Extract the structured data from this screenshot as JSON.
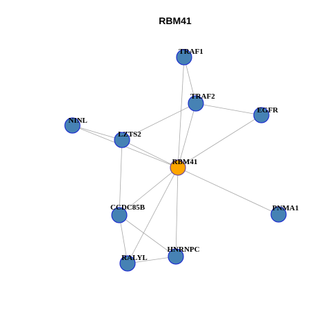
{
  "title": "RBM41",
  "colors": {
    "node_fill": "#4682B4",
    "node_stroke": "#1f2fcf",
    "center_fill": "#FFA500",
    "center_stroke": "#6b4a9a",
    "edge": "#a8a8a8",
    "label": "#000000"
  },
  "nodes": [
    {
      "id": "TRAF1",
      "label": "TRAF1",
      "center": false
    },
    {
      "id": "TRAF2",
      "label": "TRAF2",
      "center": false
    },
    {
      "id": "EGFR",
      "label": "EGFR",
      "center": false
    },
    {
      "id": "NINL",
      "label": "NINL",
      "center": false
    },
    {
      "id": "LZTS2",
      "label": "LZTS2",
      "center": false
    },
    {
      "id": "RBM41",
      "label": "RBM41",
      "center": true
    },
    {
      "id": "CCDC85B",
      "label": "CCDC85B",
      "center": false
    },
    {
      "id": "PNMA1",
      "label": "PNMA1",
      "center": false
    },
    {
      "id": "HNRNPC",
      "label": "HNRNPC",
      "center": false
    },
    {
      "id": "RALYL",
      "label": "RALYL",
      "center": false
    }
  ],
  "edges": [
    [
      "TRAF1",
      "TRAF2"
    ],
    [
      "TRAF1",
      "RBM41"
    ],
    [
      "TRAF2",
      "EGFR"
    ],
    [
      "TRAF2",
      "LZTS2"
    ],
    [
      "TRAF2",
      "RBM41"
    ],
    [
      "EGFR",
      "RBM41"
    ],
    [
      "NINL",
      "LZTS2"
    ],
    [
      "NINL",
      "RBM41"
    ],
    [
      "LZTS2",
      "RBM41"
    ],
    [
      "LZTS2",
      "CCDC85B"
    ],
    [
      "RBM41",
      "CCDC85B"
    ],
    [
      "RBM41",
      "PNMA1"
    ],
    [
      "RBM41",
      "HNRNPC"
    ],
    [
      "RBM41",
      "RALYL"
    ],
    [
      "CCDC85B",
      "HNRNPC"
    ],
    [
      "CCDC85B",
      "RALYL"
    ],
    [
      "RALYL",
      "HNRNPC"
    ]
  ]
}
